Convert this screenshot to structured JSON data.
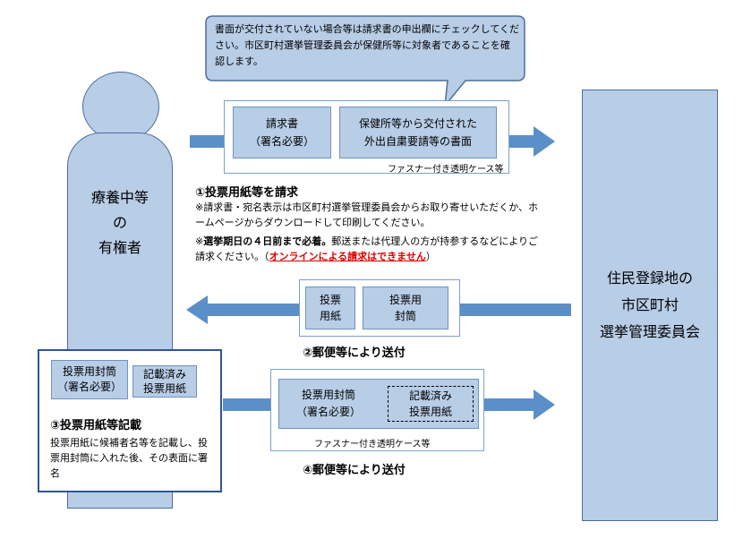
{
  "callout": {
    "text": "書面が交付されていない場合等は請求書の申出欄にチェックしてください。市区町村選挙管理委員会が保健所等に対象者であることを確認します。"
  },
  "voter": {
    "line1": "療養中等",
    "line2": "の",
    "line3": "有権者"
  },
  "committee": {
    "line1": "住民登録地の",
    "line2": "市区町村",
    "line3": "選挙管理委員会"
  },
  "step1": {
    "box_request": [
      "請求書",
      "（署名必要）"
    ],
    "box_document": [
      "保健所等から交付された",
      "外出自粛要請等の書面"
    ],
    "case_label": "ファスナー付き透明ケース等",
    "title": "①投票用紙等を請求",
    "note1": "※請求書・宛名表示は市区町村選挙管理委員会からお取り寄せいただくか、ホームページからダウンロードして印刷してください。",
    "note2_bold": "選挙期日の４日前まで必着。",
    "note2_prefix": "※",
    "note2_rest": "郵送または代理人の方が持参するなどによりご請求ください。（",
    "note2_red": "オンラインによる請求はできません",
    "note2_end": "）"
  },
  "step2": {
    "box_ballot": [
      "投票",
      "用紙"
    ],
    "box_envelope": [
      "投票用",
      "封筒"
    ],
    "title": "②郵便等により送付"
  },
  "step3": {
    "box_envelope": [
      "投票用封筒",
      "（署名必要）"
    ],
    "box_filled": [
      "記載済み",
      "投票用紙"
    ],
    "title": "③投票用紙等記載",
    "note": "投票用紙に候補者名等を記載し、投票用封筒に入れた後、その表面に署名"
  },
  "step4": {
    "box_envelope": [
      "投票用封筒",
      "（署名必要）"
    ],
    "box_filled": [
      "記載済み",
      "投票用紙"
    ],
    "case_label": "ファスナー付き透明ケース等",
    "title": "④郵便等により送付"
  },
  "colors": {
    "box_fill": "#b8cde6",
    "box_border": "#4a6f9c",
    "arrow_fill": "#5b8fc7",
    "warning_red": "#e00000",
    "frame_blue": "#2f5597"
  }
}
